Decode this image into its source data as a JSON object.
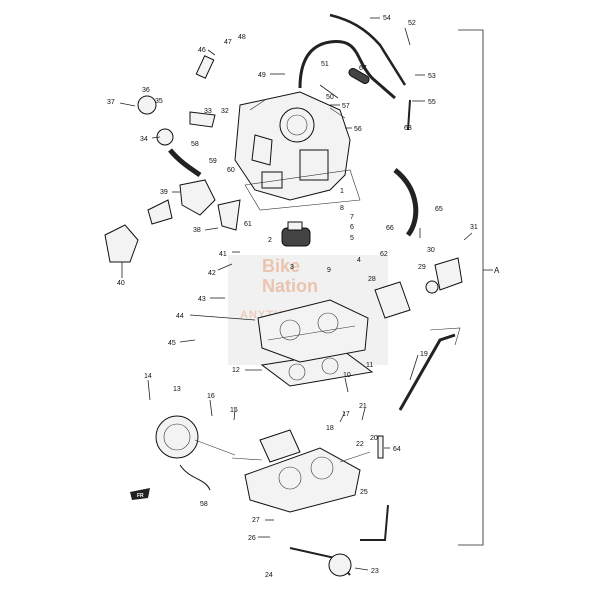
{
  "watermark": {
    "line1": "Bike",
    "line2": "Nation",
    "line3": "ANYTHING BIKE"
  },
  "bracket_label": "A",
  "front_marker": "FR",
  "callouts": [
    "1",
    "2",
    "3",
    "4",
    "5",
    "6",
    "7",
    "8",
    "9",
    "10",
    "11",
    "12",
    "13",
    "14",
    "15",
    "16",
    "17",
    "18",
    "19",
    "20",
    "21",
    "22",
    "23",
    "24",
    "25",
    "26",
    "27",
    "28",
    "29",
    "30",
    "31",
    "32",
    "33",
    "34",
    "35",
    "36",
    "37",
    "38",
    "39",
    "40",
    "41",
    "42",
    "43",
    "44",
    "45",
    "46",
    "47",
    "48",
    "49",
    "50",
    "51",
    "52",
    "53",
    "54",
    "55",
    "56",
    "57",
    "58",
    "58",
    "59",
    "60",
    "61",
    "62",
    "63",
    "64",
    "65",
    "66",
    "67"
  ]
}
